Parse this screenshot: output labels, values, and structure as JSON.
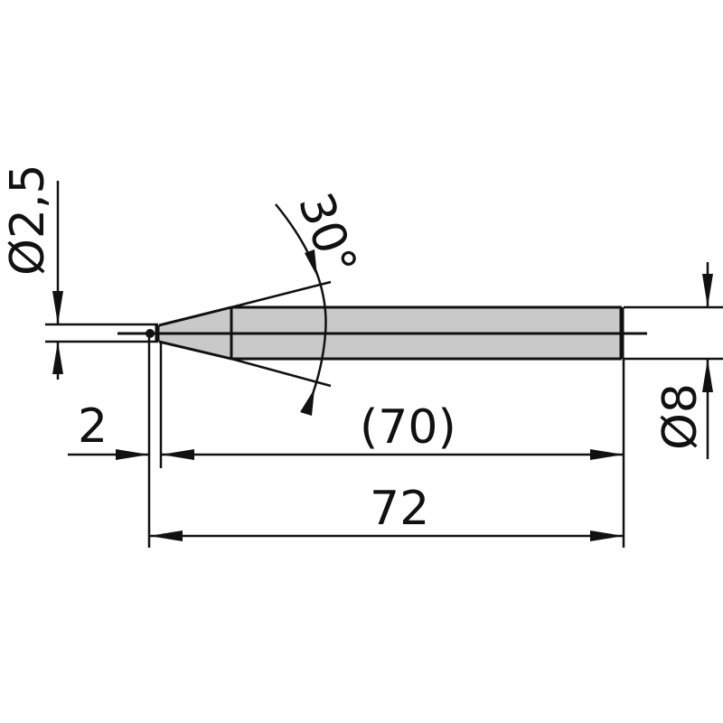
{
  "drawing": {
    "type": "technical-drawing",
    "subject": "conical stylus / probe point",
    "colors": {
      "line": "#111111",
      "body_fill": "#c9c9c9",
      "background": "#ffffff"
    },
    "dimensions": {
      "tip_diameter": "Ø2,5",
      "cone_angle": "30°",
      "shank_diameter": "Ø8",
      "tip_offset": "2",
      "body_length": "(70)",
      "overall_length": "72"
    }
  }
}
